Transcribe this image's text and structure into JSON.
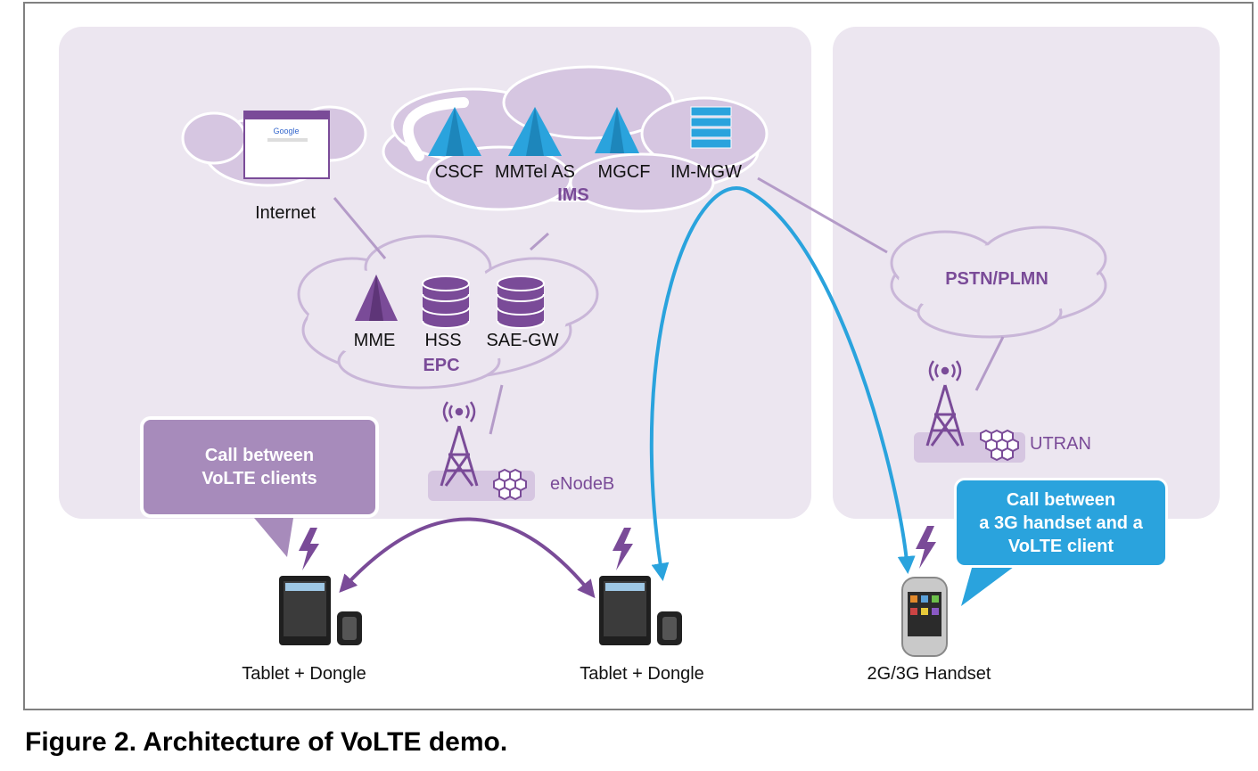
{
  "nodes": {
    "cscf": "CSCF",
    "mmtel": "MMTel AS",
    "mgcf": "MGCF",
    "immgw": "IM-MGW",
    "ims": "IMS",
    "internet": "Internet",
    "mme": "MME",
    "hss": "HSS",
    "saegw": "SAE-GW",
    "epc": "EPC",
    "enodeb": "eNodeB",
    "pstn": "PSTN/PLMN",
    "utran": "UTRAN"
  },
  "devices": {
    "tablet1": "Tablet + Dongle",
    "tablet2": "Tablet + Dongle",
    "handset": "2G/3G Handset"
  },
  "callouts": {
    "volte": "Call between\nVoLTE clients",
    "threeg": "Call between\na 3G handset and a\nVoLTE client"
  },
  "browser": {
    "search_logo": "Google"
  },
  "caption": "Figure 2. Architecture of VoLTE demo.",
  "colors": {
    "purple": "#7a4b98",
    "light_purple": "#d9c9e3",
    "callout_purple": "#a78bbb",
    "blue": "#2aa3dd",
    "background_region": "#ece6f0"
  }
}
